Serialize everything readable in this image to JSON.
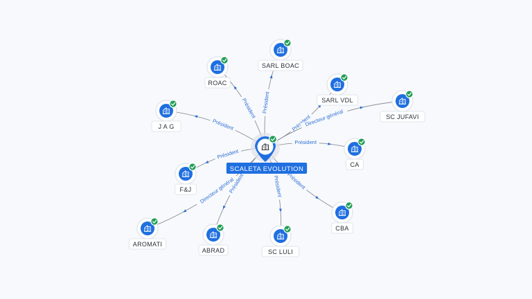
{
  "colors": {
    "accent": "#1f6fe0",
    "verified": "#1f9d55",
    "edge": "#8a8f96",
    "edge_label": "#2f6fd6"
  },
  "center": {
    "name": "SCALETA EVOLUTION",
    "icon": "building-icon",
    "badge_icon": "check-icon"
  },
  "nodes": [
    {
      "id": "roac",
      "name": "ROAC",
      "role": "Président",
      "icon": "building-icon"
    },
    {
      "id": "sarl-boac",
      "name": "SARL BOAC",
      "role": "Président",
      "icon": "building-icon"
    },
    {
      "id": "sarl-vdl",
      "name": "SARL VDL",
      "role": "Président",
      "icon": "building-icon"
    },
    {
      "id": "sc-jufavi",
      "name": "SC JUFAVI",
      "role": "Directeur général",
      "icon": "building-icon"
    },
    {
      "id": "jag",
      "name": "J A G",
      "role": "Président",
      "icon": "building-icon"
    },
    {
      "id": "ca",
      "name": "CA",
      "role": "Président",
      "icon": "building-icon"
    },
    {
      "id": "fj",
      "name": "F&J",
      "role": "Président",
      "icon": "building-icon"
    },
    {
      "id": "aromati",
      "name": "AROMATI",
      "role": "Directeur général",
      "icon": "building-icon"
    },
    {
      "id": "abrad",
      "name": "ABRAD",
      "role": "Président",
      "icon": "building-icon"
    },
    {
      "id": "sc-luli",
      "name": "SC LULI",
      "role": "Président",
      "icon": "building-icon"
    },
    {
      "id": "cba",
      "name": "CBA",
      "role": "Président",
      "icon": "building-icon"
    }
  ]
}
